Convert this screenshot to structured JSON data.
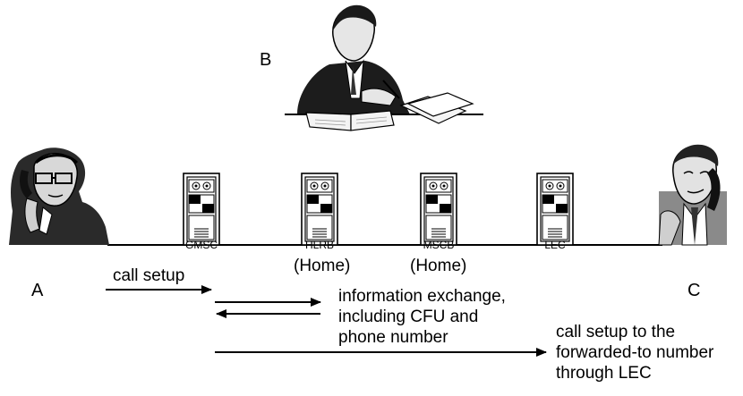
{
  "parties": {
    "a": {
      "label": "A"
    },
    "b": {
      "label": "B"
    },
    "c": {
      "label": "C"
    }
  },
  "nodes": [
    {
      "id": "gmsc",
      "label": "GMSC",
      "sub": ""
    },
    {
      "id": "hlrb",
      "label": "HLRB",
      "sub": "(Home)"
    },
    {
      "id": "mscb",
      "label": "MSCB",
      "sub": "(Home)"
    },
    {
      "id": "lec",
      "label": "LEC",
      "sub": ""
    }
  ],
  "messages": {
    "call_setup": "call setup",
    "info_exchange": [
      "information exchange,",
      "including CFU and",
      "phone number"
    ],
    "forward_setup": [
      "call setup to the",
      "forwarded-to number",
      "through LEC"
    ]
  },
  "icons": [
    "caller-icon",
    "subscriber-at-desk-icon",
    "forwarded-callee-icon",
    "switch-icon"
  ]
}
